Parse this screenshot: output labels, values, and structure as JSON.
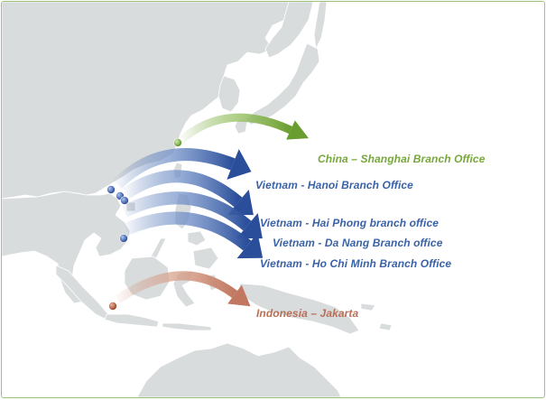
{
  "colors": {
    "land": "#d9dcdd",
    "land_stroke": "#ffffff",
    "sea": "#ffffff",
    "frame": "#9bc27a",
    "china": "#77a83a",
    "vietnam": "#3a62a8",
    "indonesia": "#b86f55"
  },
  "offices": [
    {
      "id": "china",
      "label": "China – Shanghai Branch Office",
      "color_key": "china"
    },
    {
      "id": "hanoi",
      "label": "Vietnam - Hanoi Branch Office",
      "color_key": "vietnam"
    },
    {
      "id": "haiphong",
      "label": "Vietnam - Hai Phong branch office",
      "color_key": "vietnam"
    },
    {
      "id": "danang",
      "label": "Vietnam - Da Nang Branch office",
      "color_key": "vietnam"
    },
    {
      "id": "hcm",
      "label": "Vietnam - Ho Chi Minh Branch Office",
      "color_key": "vietnam"
    },
    {
      "id": "indonesia",
      "label": "Indonesia – Jakarta",
      "color_key": "indonesia"
    }
  ]
}
